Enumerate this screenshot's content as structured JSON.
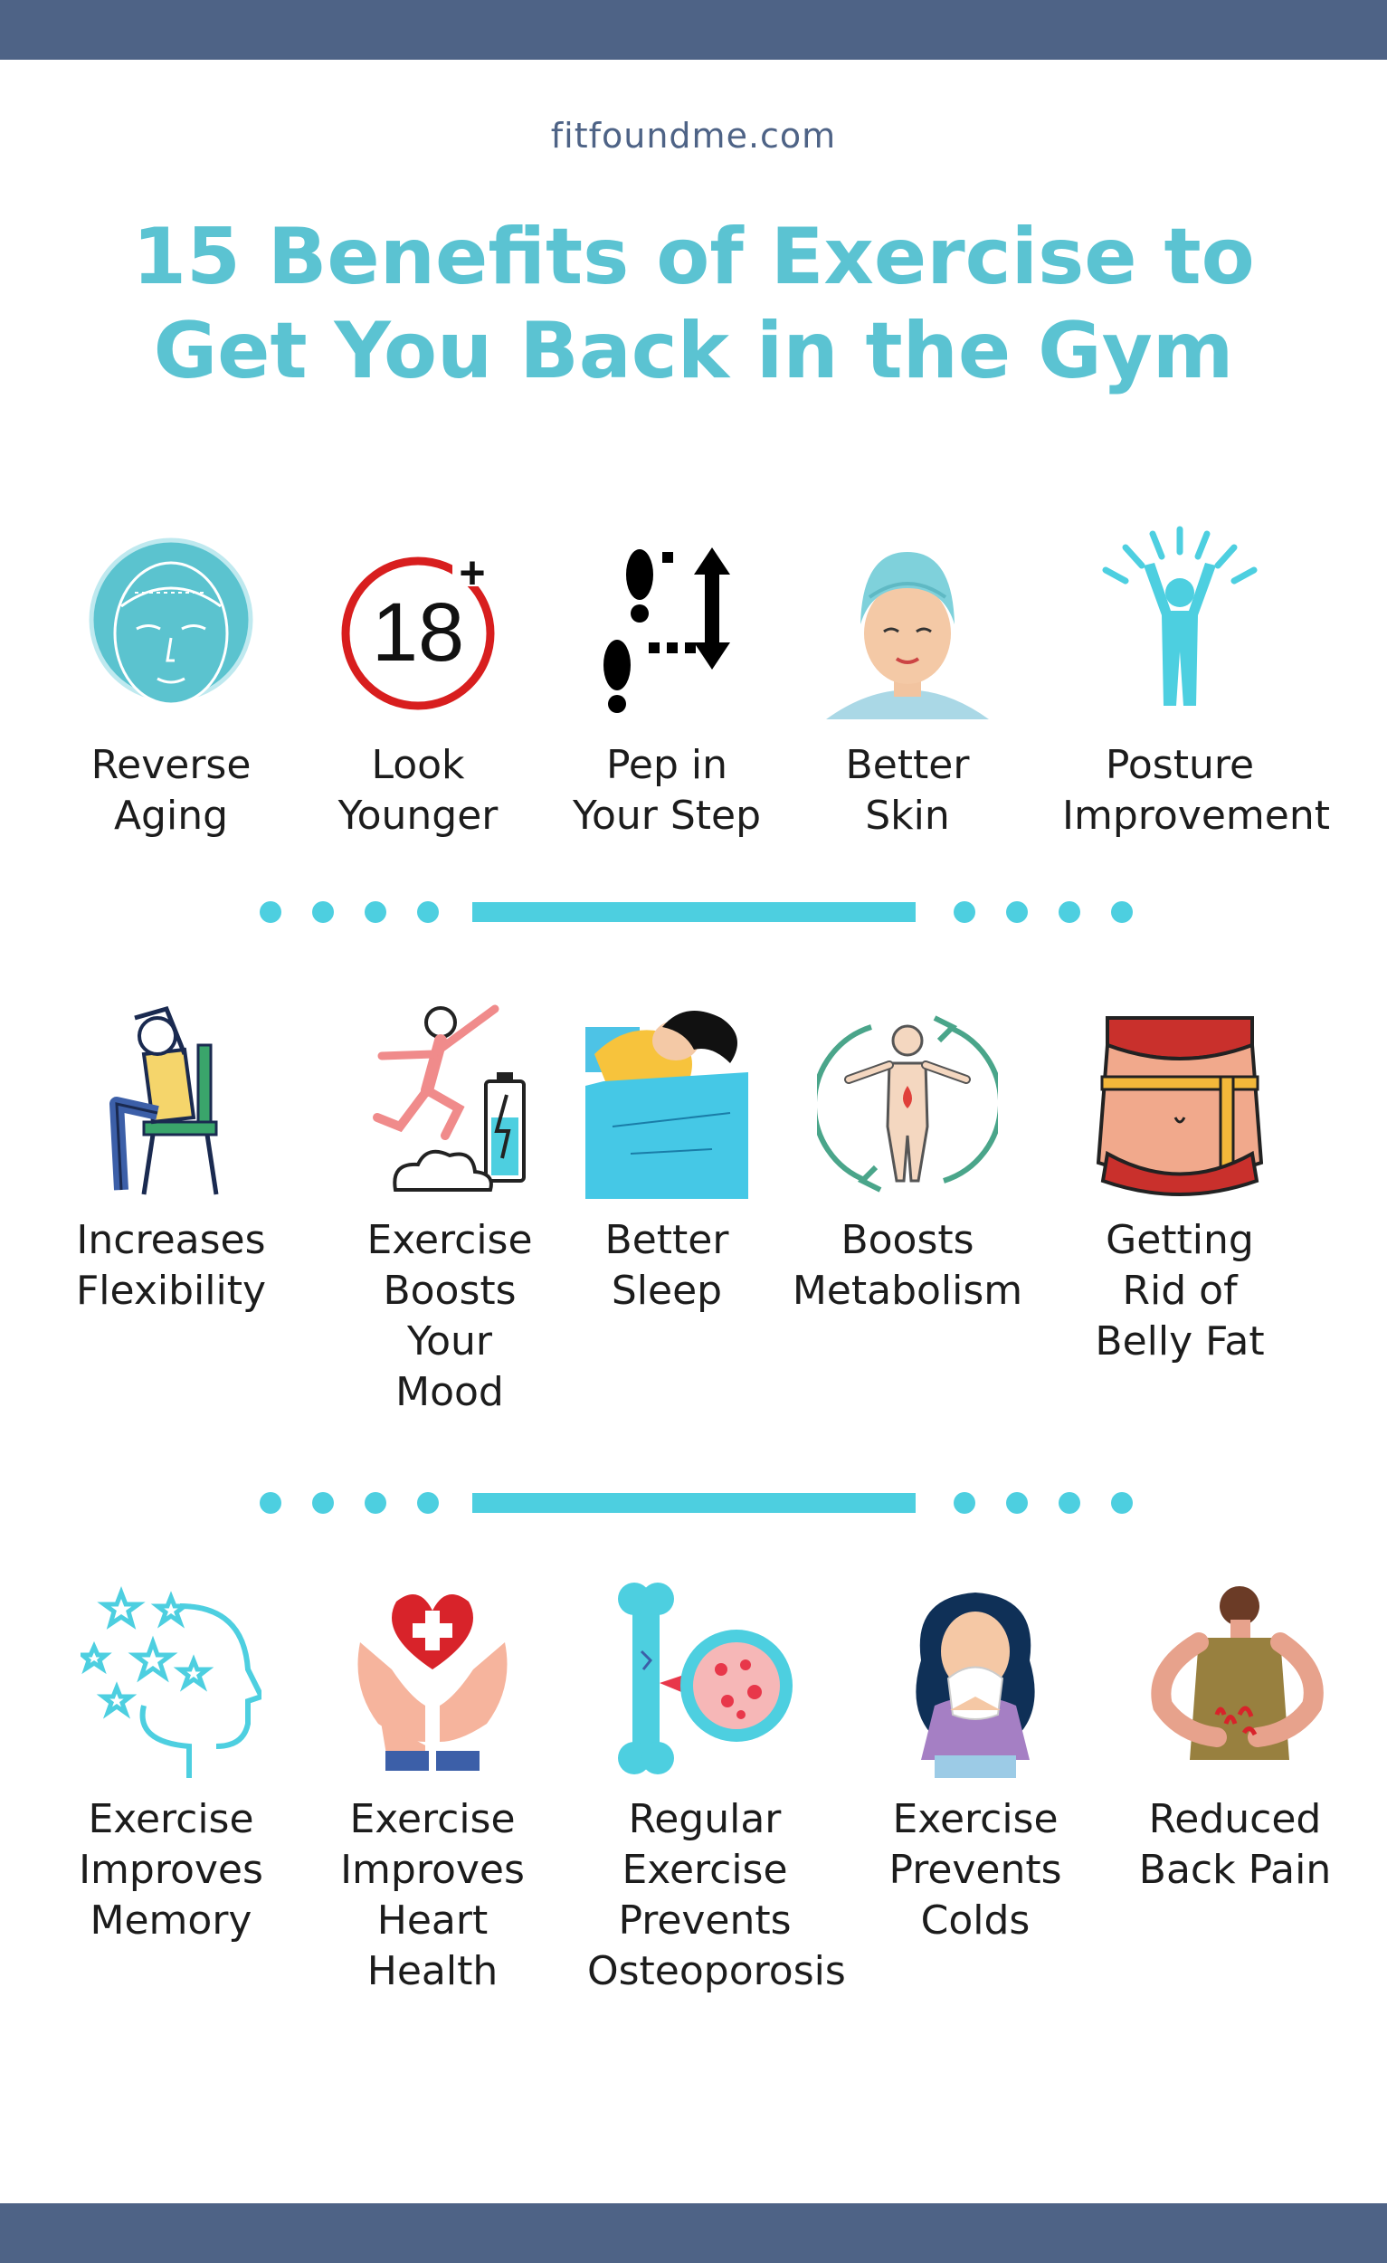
{
  "site": "fitfoundme.com",
  "title_line1": "15 Benefits of Exercise to",
  "title_line2": "Get You Back in the Gym",
  "colors": {
    "bar": "#4e6386",
    "title": "#5bc3d2",
    "accent": "#4dcfe0"
  },
  "row1": [
    {
      "label": "Reverse\nAging",
      "icon": "face-icon"
    },
    {
      "label": "Look\nYounger",
      "icon": "age-18-plus-icon"
    },
    {
      "label": "Pep in\nYour Step",
      "icon": "footsteps-icon"
    },
    {
      "label": "Better\nSkin",
      "icon": "towel-woman-icon"
    },
    {
      "label": "Posture\nImprovement",
      "icon": "raised-arms-icon"
    }
  ],
  "row2": [
    {
      "label": "Increases\nFlexibility",
      "icon": "stretching-chair-icon"
    },
    {
      "label": "Exercise\nBoosts\nYour\nMood",
      "icon": "jumping-battery-icon"
    },
    {
      "label": "Better\nSleep",
      "icon": "sleeping-woman-icon"
    },
    {
      "label": "Boosts\nMetabolism",
      "icon": "metabolism-body-icon"
    },
    {
      "label": "Getting\nRid of\nBelly Fat",
      "icon": "belly-measure-icon"
    }
  ],
  "row3": [
    {
      "label": "Exercise\nImproves\nMemory",
      "icon": "head-stars-icon"
    },
    {
      "label": "Exercise\nImproves\nHeart\nHealth",
      "icon": "hands-heart-icon"
    },
    {
      "label": "Regular\nExercise\nPrevents\nOsteoporosis",
      "icon": "bone-magnify-icon"
    },
    {
      "label": "Exercise\nPrevents\nColds",
      "icon": "sneezing-woman-icon"
    },
    {
      "label": "Reduced\nBack Pain",
      "icon": "back-pain-icon"
    }
  ]
}
